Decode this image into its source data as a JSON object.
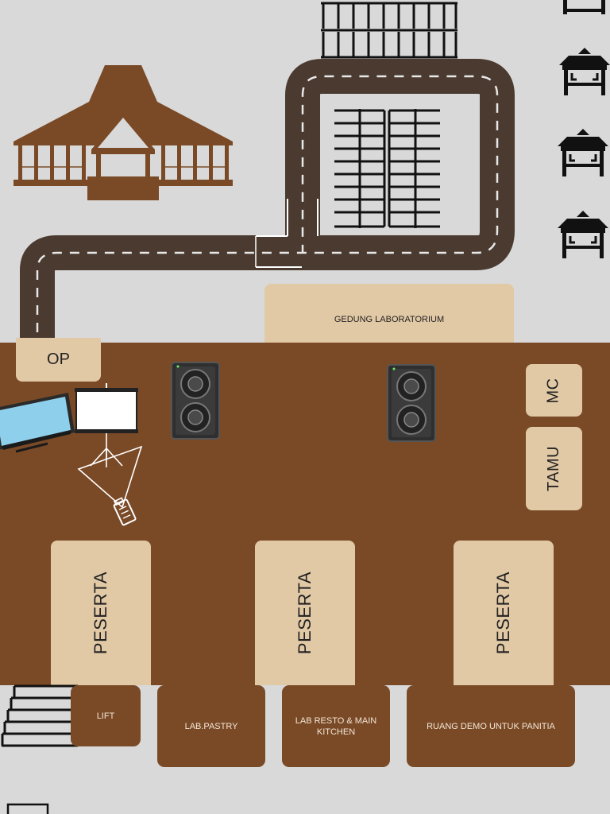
{
  "labels": {
    "lab_building": "GEDUNG LABORATORIUM",
    "operator": "OP",
    "mc": "MC",
    "guest": "TAMU",
    "participant_1": "PESERTA",
    "participant_2": "PESERTA",
    "participant_3": "PESERTA",
    "lift": "LIFT",
    "lab_pastry": "LAB.PASTRY",
    "lab_resto": "LAB RESTO & MAIN KITCHEN",
    "demo_room": "RUANG DEMO UNTUK PANITIA"
  },
  "colors": {
    "floor": "#7a4a27",
    "panel": "#e2c9a6",
    "road": "#4a3a30",
    "background": "#d9d9d9",
    "pavilion": "#7a4a27"
  },
  "icons": [
    "joglo-pavilion-icon",
    "road-icon",
    "parking-lot-icon",
    "gazebo-icon",
    "laptop-icon",
    "projector-screen-icon",
    "projector-icon",
    "speaker-icon",
    "stairs-icon"
  ]
}
